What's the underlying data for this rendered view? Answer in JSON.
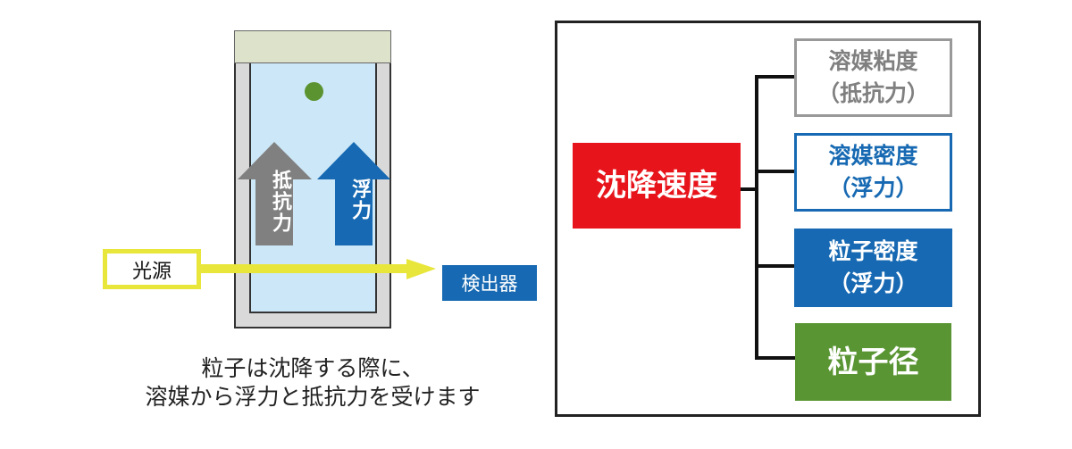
{
  "left_panel": {
    "resistance_label": "抵抗力",
    "buoyancy_label": "浮力",
    "light_source_label": "光源",
    "detector_label": "検出器",
    "caption_line1": "粒子は沈降する際に、",
    "caption_line2": "溶媒から浮力と抵抗力を受けます"
  },
  "right_panel": {
    "root": "沈降速度",
    "factors": [
      {
        "line1": "溶媒粘度",
        "line2": "（抵抗力）"
      },
      {
        "line1": "溶媒密度",
        "line2": "（浮力）"
      },
      {
        "line1": "粒子密度",
        "line2": "（浮力）"
      },
      {
        "line1": "粒子径"
      }
    ]
  },
  "colors": {
    "red": "#e8141b",
    "blue": "#1669b2",
    "gray": "#808080",
    "green": "#5a9533",
    "yellow": "#e8e63a",
    "liquid": "#cce7f7",
    "particle": "#5a932f"
  }
}
